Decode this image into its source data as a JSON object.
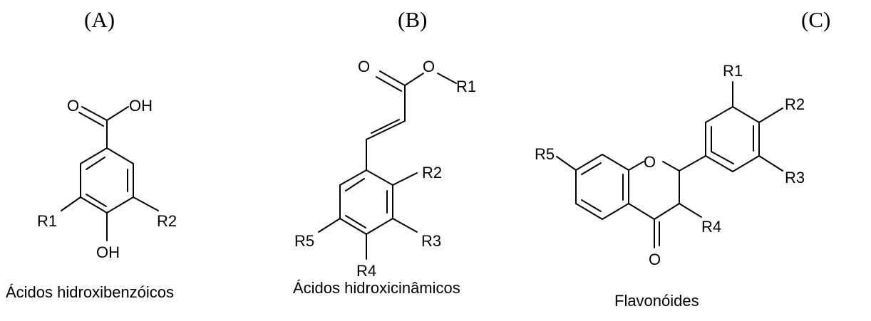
{
  "panels": [
    {
      "label": "(A)",
      "caption": "Ácidos hidroxibenzóicos",
      "atoms": {
        "o_carbonyl": "O",
        "oh_acid": "OH",
        "r1": "R1",
        "r2": "R2",
        "oh_para": "OH"
      }
    },
    {
      "label": "(B)",
      "caption": "Ácidos hidroxicinâmicos",
      "atoms": {
        "o_carbonyl": "O",
        "o_ester": "O",
        "r1": "R1",
        "r2": "R2",
        "r3": "R3",
        "r4": "R4",
        "r5": "R5"
      }
    },
    {
      "label": "(C)",
      "caption": "Flavonóides",
      "atoms": {
        "o_ring": "O",
        "o_keto": "O",
        "r1": "R1",
        "r2": "R2",
        "r3": "R3",
        "r4": "R4",
        "r5": "R5"
      }
    }
  ]
}
